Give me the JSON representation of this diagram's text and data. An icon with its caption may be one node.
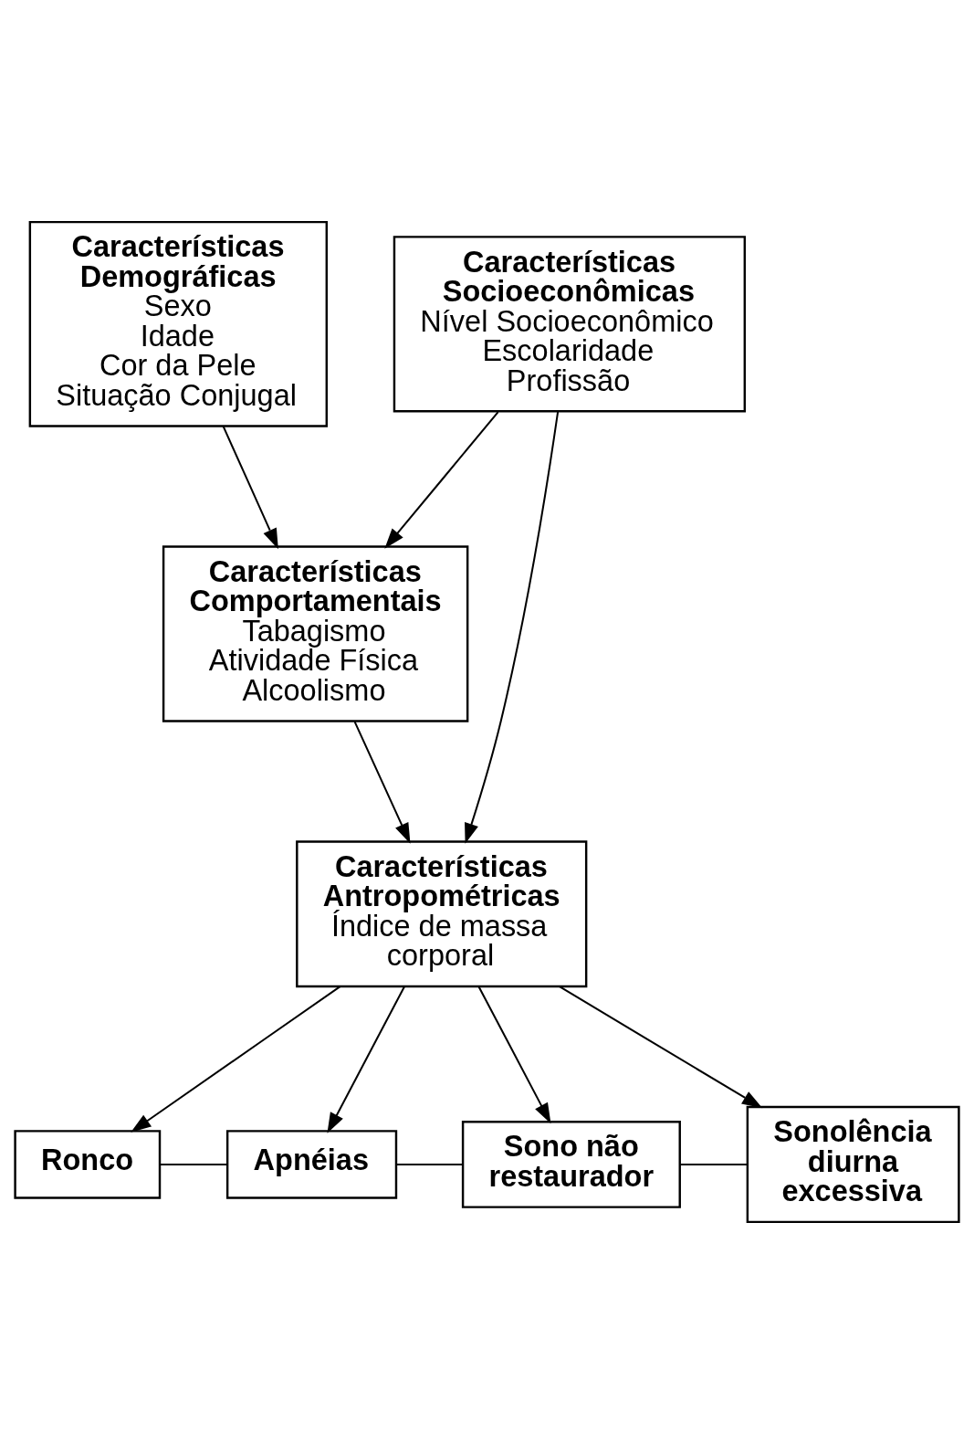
{
  "diagram": {
    "nodes": [
      {
        "text": [
          "Características Socioeconômicas",
          "Nível Socioeconômico",
          "Escolaridade",
          "Profissão"
        ]
      },
      {
        "text": [
          "Características Demográficas",
          "Sexo",
          "Idade",
          "Cor da Pele",
          "Situação Conjugal"
        ]
      },
      {
        "text": [
          "Características Comportamentais",
          "Tabagismo",
          "Atividade Física",
          "Alcoolismo"
        ]
      },
      {
        "text": [
          "Características Antropométricas",
          "Índice de massa corporal"
        ]
      },
      {
        "text": [
          "Ronco"
        ]
      },
      {
        "text": [
          "Apnéias"
        ]
      },
      {
        "text": [
          "Sono não restaurador"
        ]
      },
      {
        "text": [
          "Sonolência diurna excessiva"
        ]
      }
    ],
    "edges": [
      {
        "from": 0,
        "to": 2,
        "arrow": "to"
      },
      {
        "from": 1,
        "to": 2,
        "arrow": "to"
      },
      {
        "from": 0,
        "to": 3,
        "arrow": "to"
      },
      {
        "from": 2,
        "to": 3,
        "arrow": "to"
      },
      {
        "from": 3,
        "to": 4,
        "arrow": "to"
      },
      {
        "from": 3,
        "to": 5,
        "arrow": "to"
      },
      {
        "from": 3,
        "to": 6,
        "arrow": "to"
      },
      {
        "from": 3,
        "to": 7,
        "arrow": "to"
      },
      {
        "from": 4,
        "to": 5,
        "arrow": "none"
      },
      {
        "from": 5,
        "to": 6,
        "arrow": "none"
      },
      {
        "from": 6,
        "to": 7,
        "arrow": "none"
      }
    ]
  }
}
